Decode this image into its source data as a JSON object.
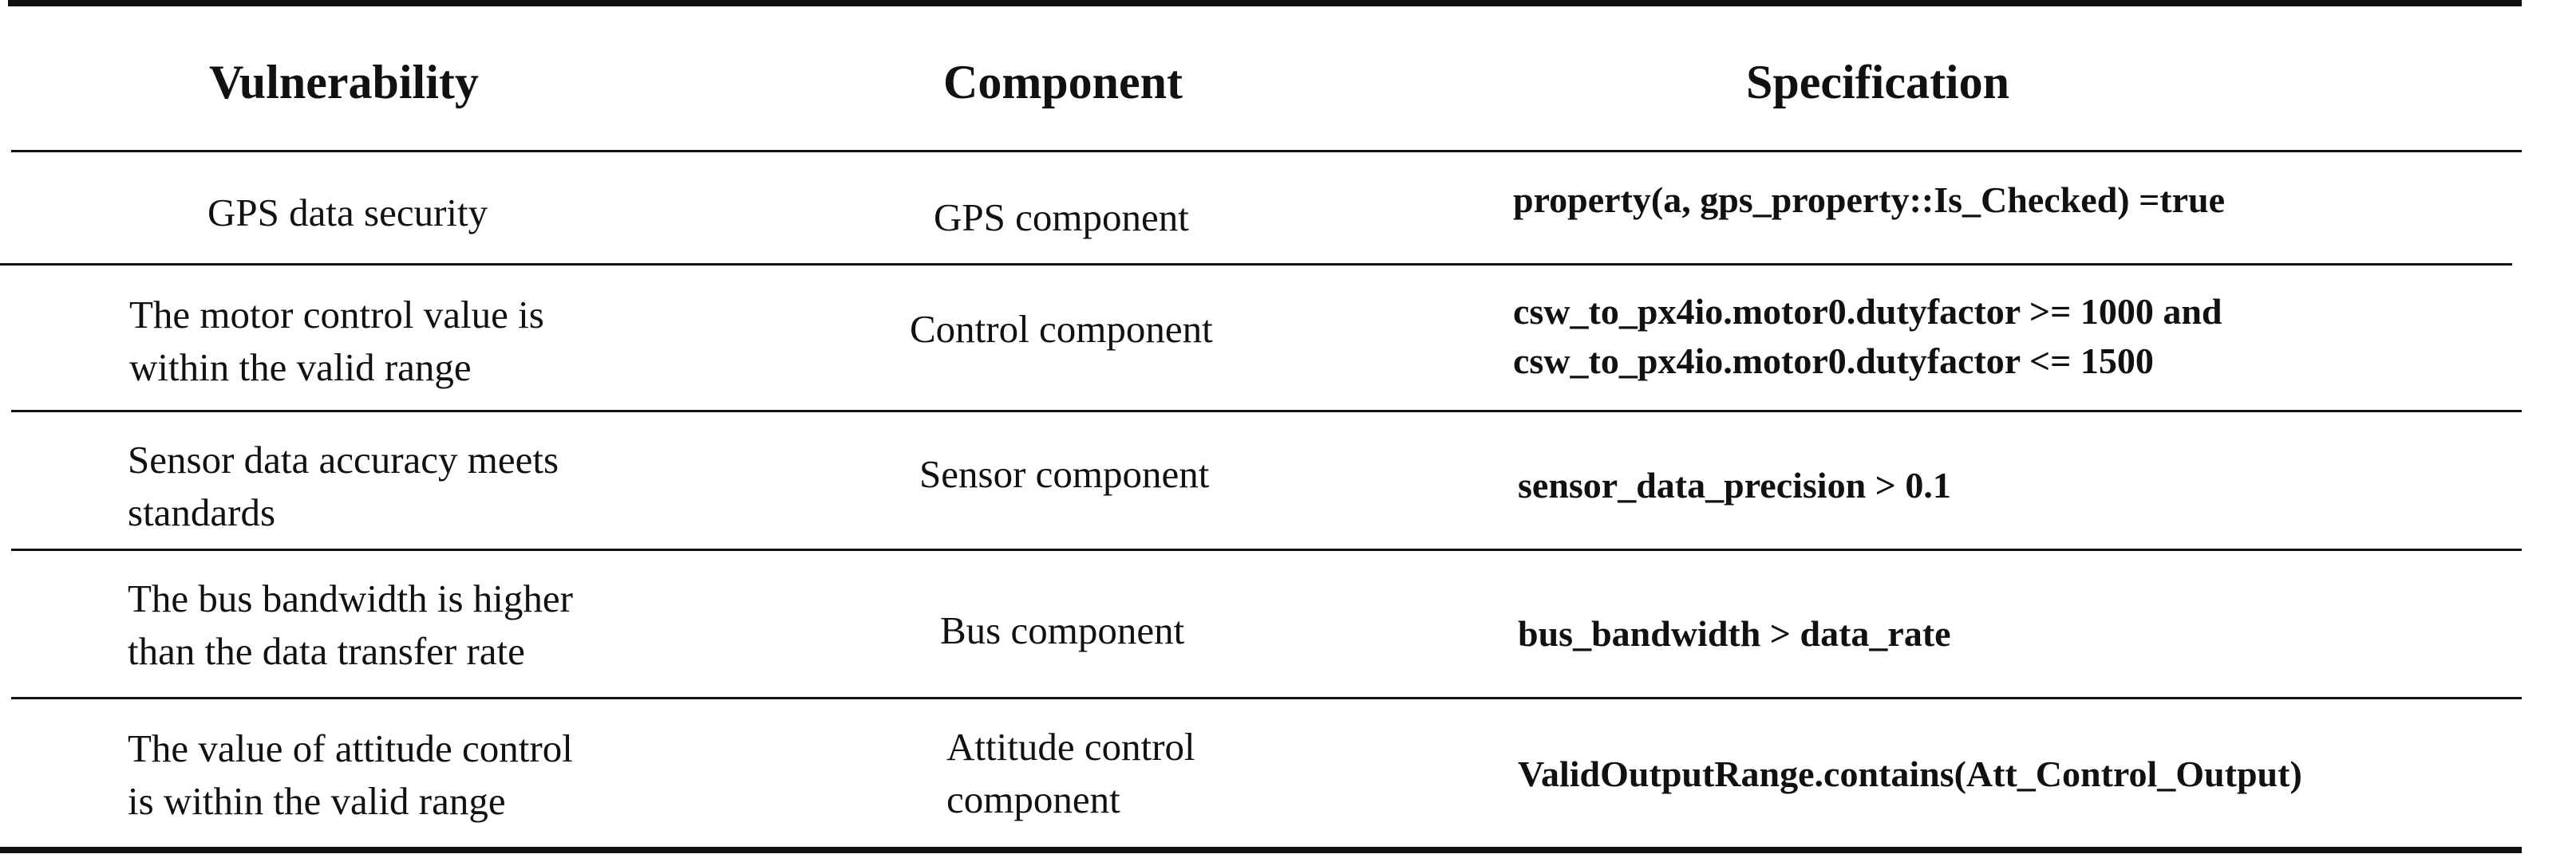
{
  "table": {
    "headers": {
      "vulnerability": "Vulnerability",
      "component": "Component",
      "specification": "Specification"
    },
    "rows": [
      {
        "vulnerability": [
          "GPS data security"
        ],
        "component": [
          "GPS component"
        ],
        "specification": [
          "property(a, gps_property::Is_Checked) =true"
        ]
      },
      {
        "vulnerability": [
          "The motor control value is",
          "within the valid range"
        ],
        "component": [
          "Control component"
        ],
        "specification": [
          "csw_to_px4io.motor0.dutyfactor >= 1000 and",
          "csw_to_px4io.motor0.dutyfactor <= 1500"
        ]
      },
      {
        "vulnerability": [
          "Sensor data accuracy meets",
          "standards"
        ],
        "component": [
          "Sensor component"
        ],
        "specification": [
          "sensor_data_precision > 0.1"
        ]
      },
      {
        "vulnerability": [
          "The bus bandwidth is higher",
          "than the data transfer rate"
        ],
        "component": [
          "Bus component"
        ],
        "specification": [
          "bus_bandwidth > data_rate"
        ]
      },
      {
        "vulnerability": [
          "The value of attitude control",
          "is within the valid range"
        ],
        "component": [
          "Attitude control",
          "component"
        ],
        "specification": [
          "ValidOutputRange.contains(Att_Control_Output)"
        ]
      }
    ]
  }
}
